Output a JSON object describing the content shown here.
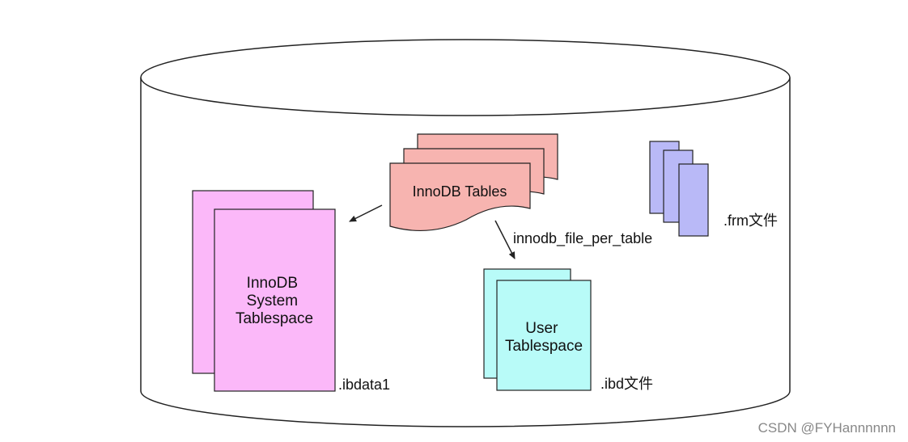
{
  "diagram": {
    "innodb_tables_label": "InnoDB Tables",
    "system_tablespace_lines": [
      "InnoDB",
      "System",
      "Tablespace"
    ],
    "system_tablespace_file": ".ibdata1",
    "user_tablespace_lines": [
      "User",
      "Tablespace"
    ],
    "user_tablespace_file": ".ibd文件",
    "frm_file": ".frm文件",
    "arrow_label": "innodb_file_per_table"
  },
  "watermark": "CSDN @FYHannnnnn",
  "colors": {
    "innodb_tables_fill": "#f7b4b0",
    "system_tablespace_fill": "#fbb8f9",
    "user_tablespace_fill": "#b8fbf8",
    "frm_fill": "#b9b9f7",
    "stroke": "#222222"
  }
}
